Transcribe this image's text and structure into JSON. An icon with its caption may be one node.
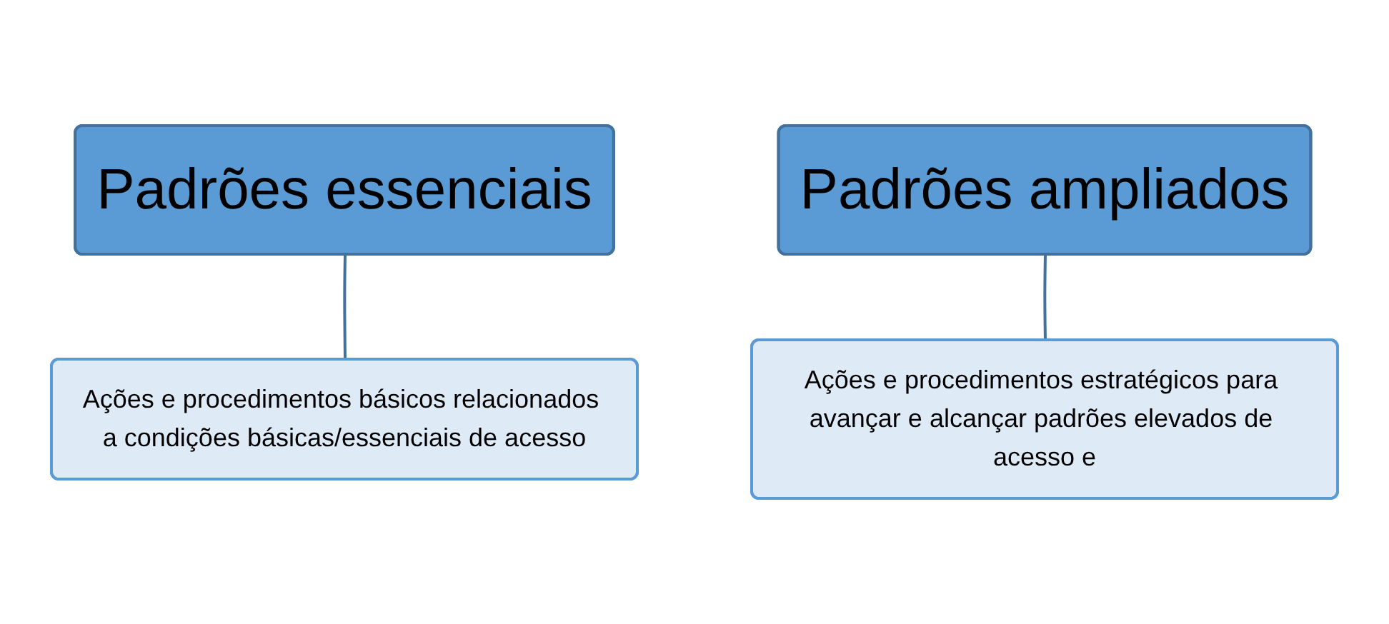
{
  "diagram": {
    "nodes": [
      {
        "text": [
          "Padrões essenciais"
        ]
      },
      {
        "text": [
          "Ações e procedimentos básicos relacionados a condições básicas/essenciais de acesso"
        ]
      },
      {
        "text": [
          "Padrões ampliados"
        ]
      },
      {
        "text": [
          "Ações e procedimentos estratégicos para avançar e alcançar padrões elevados de acesso e"
        ]
      }
    ],
    "edges": [
      {
        "from": 0,
        "to": 1,
        "arrow": "none"
      },
      {
        "from": 2,
        "to": 3,
        "arrow": "none"
      }
    ]
  }
}
